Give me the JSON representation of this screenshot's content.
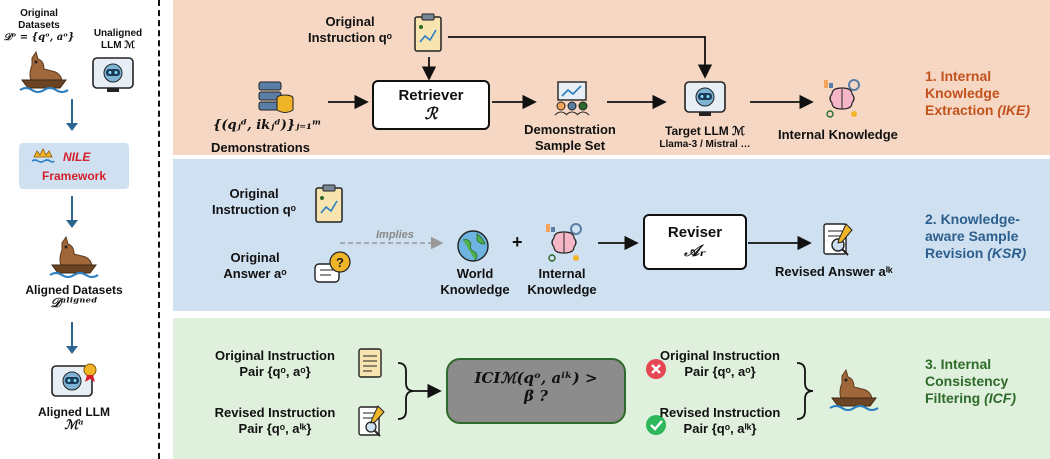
{
  "sidebar": {
    "original_datasets_l1": "Original",
    "original_datasets_l2": "Datasets",
    "original_datasets_formula": "𝒟ᵒ = {qᵒ, aᵒ}",
    "unaligned_l1": "Unaligned",
    "unaligned_l2": "LLM ℳ",
    "nile_title": "NILE",
    "nile_framework": "Framework",
    "aligned_datasets_l1": "Aligned Datasets",
    "aligned_datasets_formula": "𝒟ᵃˡⁱᵍⁿᵉᵈ",
    "aligned_llm_l1": "Aligned LLM",
    "aligned_llm_formula": "ℳᵃ"
  },
  "ike": {
    "instruction_l1": "Original",
    "instruction_l2": "Instruction qᵒ",
    "demo_formula": "{(q",
    "demo_formula_full": "{(qⱼᵈ, ikⱼᵈ)}ⱼ₌₁ᵐ",
    "demonstrations": "Demonstrations",
    "retriever_label": "Retriever",
    "retriever_symbol": "ℛ",
    "sample_set_l1": "Demonstration",
    "sample_set_l2": "Sample Set",
    "target_llm": "Target LLM ℳ",
    "target_llm_sub": "Llama-3 / Mistral …",
    "internal_knowledge": "Internal Knowledge",
    "stage_l1": "1. Internal",
    "stage_l2": "Knowledge",
    "stage_l3": "Extraction ",
    "stage_abbr": "(IKE)"
  },
  "ksr": {
    "instruction_l1": "Original",
    "instruction_l2": "Instruction qᵒ",
    "answer_l1": "Original",
    "answer_l2": "Answer aᵒ",
    "implies": "Implies",
    "world_l1": "World",
    "world_l2": "Knowledge",
    "plus": "+",
    "internal_l1": "Internal",
    "internal_l2": "Knowledge",
    "reviser_label": "Reviser",
    "reviser_symbol": "𝒜ᵣ",
    "revised_answer": "Revised Answer aⁱᵏ",
    "stage_l1": "2. Knowledge-",
    "stage_l2": "aware Sample",
    "stage_l3": "Revision ",
    "stage_abbr": "(KSR)"
  },
  "icf": {
    "orig_pair_l1": "Original Instruction",
    "orig_pair_l2": "Pair {qᵒ, aᵒ}",
    "rev_pair_l1": "Revised Instruction",
    "rev_pair_l2": "Pair {qᵒ, aⁱᵏ}",
    "condition_l1": "ICIℳ(qᵒ, aⁱᵏ) >",
    "condition_l2": "β ?",
    "out_orig_l1": "Original Instruction",
    "out_orig_l2": "Pair {qᵒ, aᵒ}",
    "out_rev_l1": "Revised Instruction",
    "out_rev_l2": "Pair {qᵒ, aⁱᵏ}",
    "stage_l1": "3. Internal",
    "stage_l2": "Consistency",
    "stage_l3": "Filtering ",
    "stage_abbr": "(ICF)"
  },
  "colors": {
    "ike_bg": "#f6d7c4",
    "ksr_bg": "#cfe0f0",
    "icf_bg": "#dff0dc",
    "ike_text": "#c2521c",
    "ksr_text": "#2d5f8e",
    "icf_text": "#2e6b2a",
    "nile_red": "#d3202b",
    "arrow_blue": "#2f6690"
  }
}
